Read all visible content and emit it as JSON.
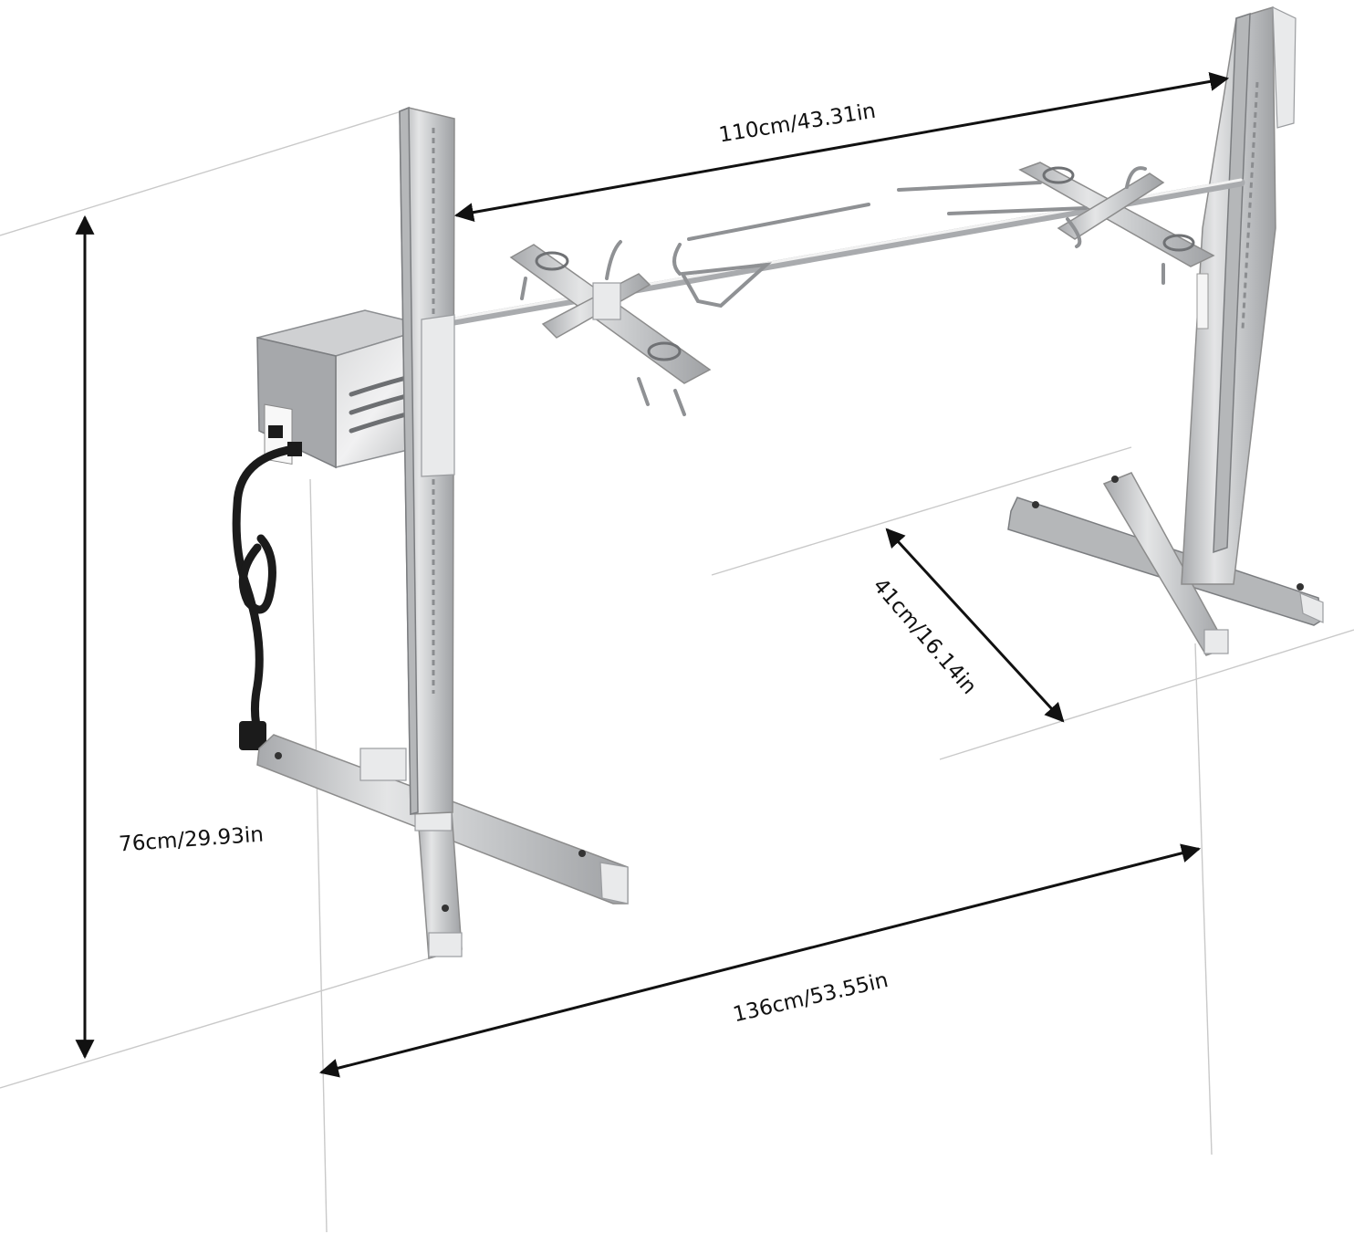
{
  "dimensions": {
    "spit_length": "110cm/43.31in",
    "height": "76cm/29.93in",
    "depth": "41cm/16.14in",
    "total_width": "136cm/53.55in"
  },
  "colors": {
    "background": "#ffffff",
    "steel": "#c4c6c8",
    "arrow": "#111111",
    "guide": "#c9c9c9",
    "cable": "#1b1b1b"
  }
}
